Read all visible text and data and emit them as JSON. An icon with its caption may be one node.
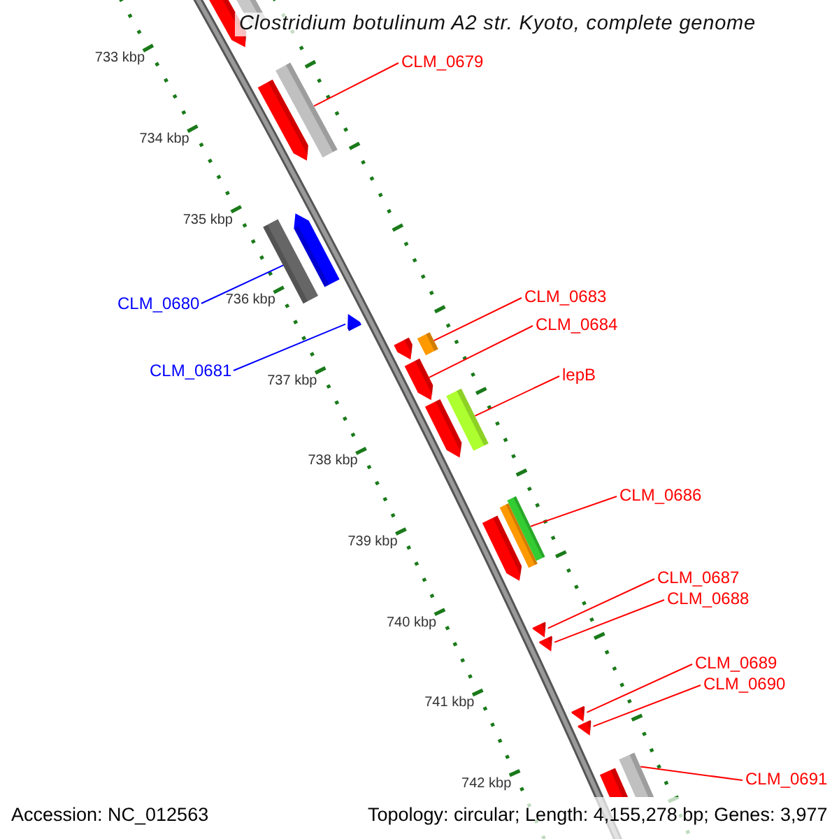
{
  "diagram": {
    "title": "Clostridium botulinum A2 str. Kyoto, complete genome",
    "nodes": [
      {
        "text": [
          "CLM_0679"
        ]
      },
      {
        "text": [
          "CLM_0680"
        ]
      },
      {
        "text": [
          "CLM_0681"
        ]
      },
      {
        "text": [
          "CLM_0683"
        ]
      },
      {
        "text": [
          "CLM_0684"
        ]
      },
      {
        "text": [
          "lepB"
        ]
      },
      {
        "text": [
          "CLM_0686"
        ]
      },
      {
        "text": [
          "CLM_0687"
        ]
      },
      {
        "text": [
          "CLM_0688"
        ]
      },
      {
        "text": [
          "CLM_0689"
        ]
      },
      {
        "text": [
          "CLM_0690"
        ]
      },
      {
        "text": [
          "CLM_0691"
        ]
      },
      {
        "text": [],
        "shape": "arrow"
      },
      {
        "text": [],
        "shape": "arrow"
      },
      {
        "text": [],
        "shape": "arrow"
      },
      {
        "text": [],
        "shape": "arrow"
      },
      {
        "text": [],
        "shape": "arrow"
      },
      {
        "text": [],
        "shape": "arrow"
      },
      {
        "text": [],
        "shape": "arrow"
      },
      {
        "text": [],
        "shape": "arrow"
      },
      {
        "text": [],
        "shape": "arrow"
      },
      {
        "text": [],
        "shape": "arrow"
      },
      {
        "text": [],
        "shape": "arrow"
      },
      {
        "text": [],
        "shape": "arrow"
      }
    ],
    "edges": [
      {
        "from": 0,
        "to": 12,
        "arrow": "none"
      },
      {
        "from": 1,
        "to": 13,
        "arrow": "none",
        "color": "#0000ff"
      },
      {
        "from": 2,
        "to": 14,
        "arrow": "none",
        "color": "#0000ff"
      },
      {
        "from": 3,
        "to": 15,
        "arrow": "none"
      },
      {
        "from": 4,
        "to": 16,
        "arrow": "none"
      },
      {
        "from": 5,
        "to": 17,
        "arrow": "none"
      },
      {
        "from": 6,
        "to": 18,
        "arrow": "none"
      },
      {
        "from": 7,
        "to": 19,
        "arrow": "none"
      },
      {
        "from": 8,
        "to": 20,
        "arrow": "none"
      },
      {
        "from": 9,
        "to": 21,
        "arrow": "none"
      },
      {
        "from": 10,
        "to": 22,
        "arrow": "none"
      },
      {
        "from": 11,
        "to": 23,
        "arrow": "none"
      }
    ],
    "labels": [
      "733 kbp",
      "734 kbp",
      "735 kbp",
      "736 kbp",
      "737 kbp",
      "738 kbp",
      "739 kbp",
      "740 kbp",
      "741 kbp",
      "742 kbp",
      "Accession: NC_012563",
      "Topology: circular; Length: 4,155,278 bp; Genes: 3,977"
    ]
  }
}
